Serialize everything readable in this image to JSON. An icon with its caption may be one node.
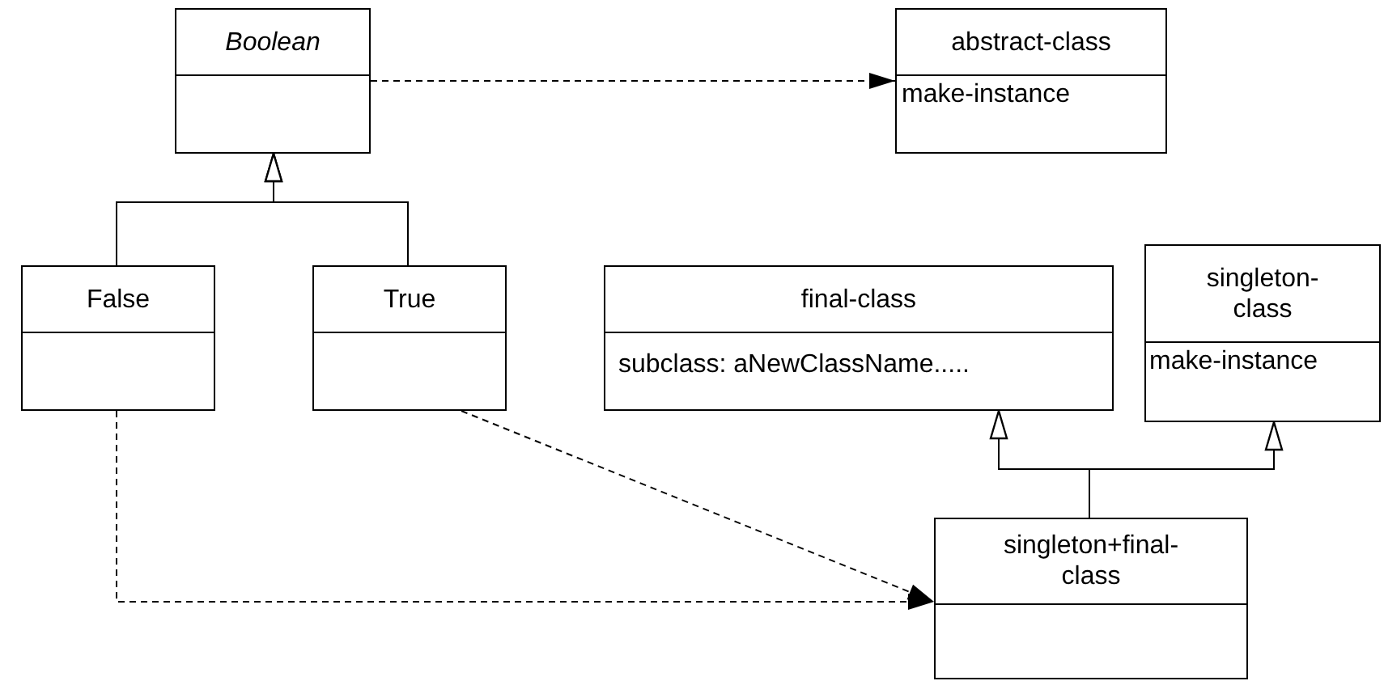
{
  "diagram": {
    "nodes": [
      {
        "text": [
          "Boolean"
        ]
      },
      {
        "text": [
          "abstract-class",
          "make-instance"
        ]
      },
      {
        "text": [
          "False"
        ]
      },
      {
        "text": [
          "True"
        ]
      },
      {
        "text": [
          "final-class",
          "subclass: aNewClassName....."
        ]
      },
      {
        "text": [
          "singleton-class",
          "make-instance"
        ]
      },
      {
        "text": [
          "singleton+final-class"
        ]
      }
    ],
    "edges": [
      {
        "from": 0,
        "to": 1,
        "arrow": "to",
        "style": "dashed"
      },
      {
        "from": 2,
        "to": 0,
        "arrow": "to"
      },
      {
        "from": 3,
        "to": 0,
        "arrow": "to"
      },
      {
        "from": 6,
        "to": 4,
        "arrow": "to"
      },
      {
        "from": 6,
        "to": 5,
        "arrow": "to"
      },
      {
        "from": 2,
        "to": 6,
        "arrow": "to",
        "style": "dashed"
      },
      {
        "from": 3,
        "to": 6,
        "arrow": "to",
        "style": "dashed"
      }
    ]
  }
}
